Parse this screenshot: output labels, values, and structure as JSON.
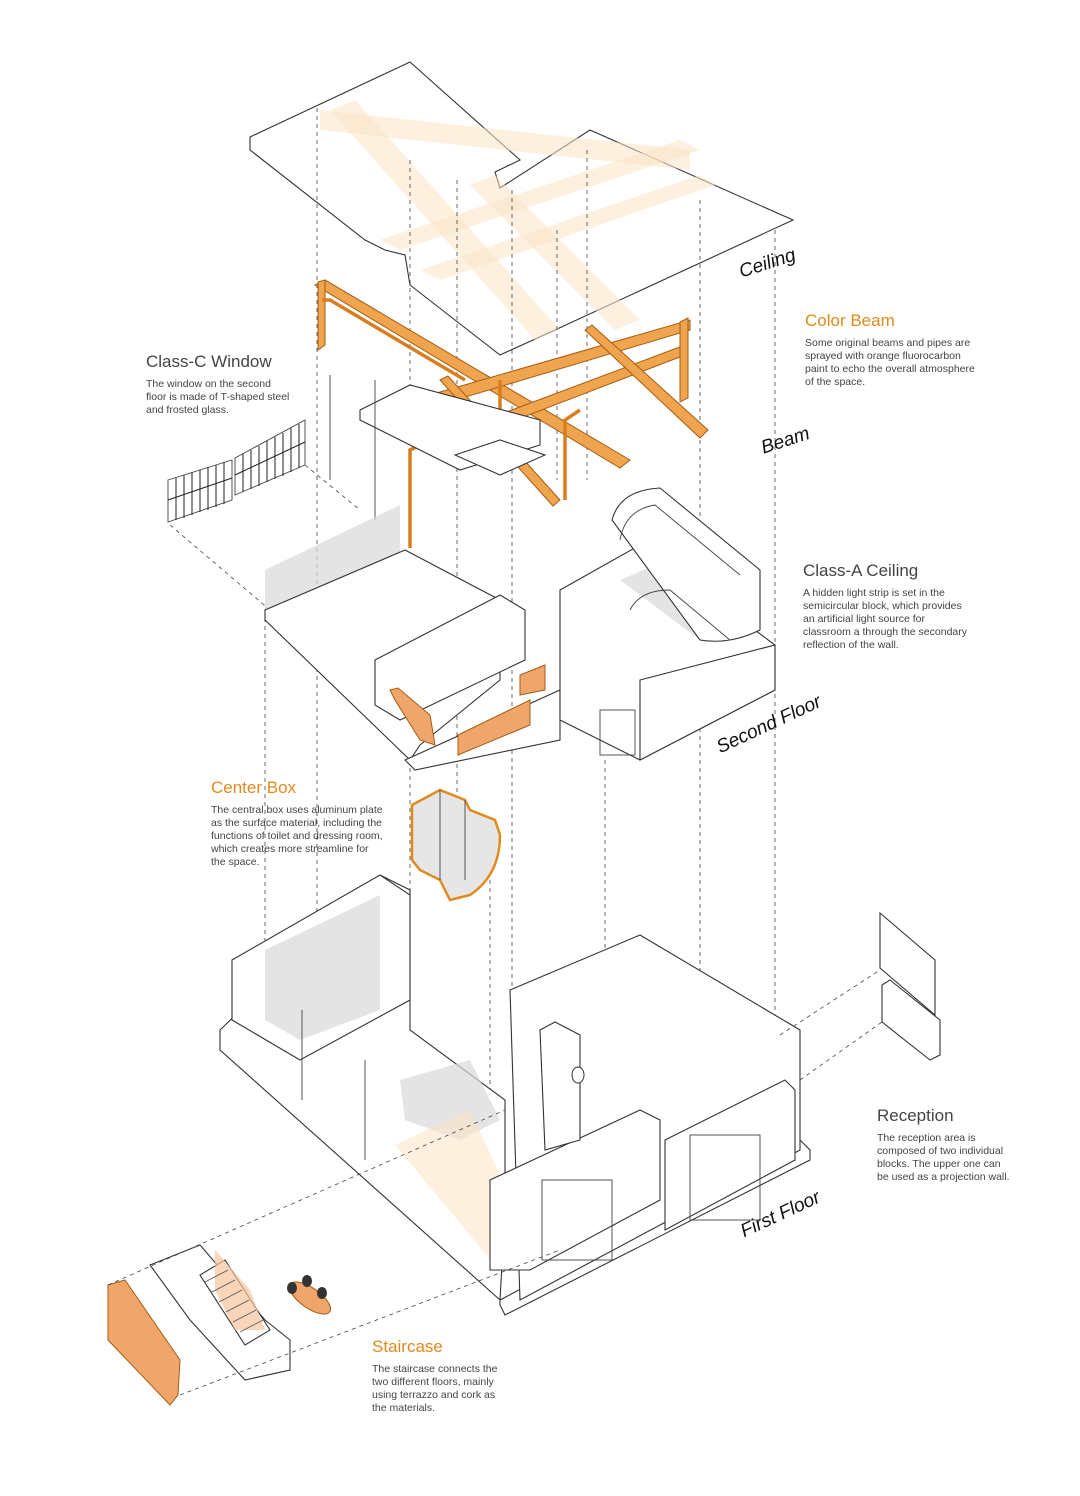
{
  "layers": {
    "ceiling": "Ceiling",
    "beam": "Beam",
    "second_floor": "Second Floor",
    "first_floor": "First Floor"
  },
  "annotations": {
    "color_beam": {
      "title": "Color Beam",
      "body": "Some original beams and pipes are sprayed with orange fluorocarbon paint to echo the overall atmosphere of the space."
    },
    "class_c_window": {
      "title": "Class-C Window",
      "body": "The window on the second floor is made of T-shaped steel and frosted glass."
    },
    "class_a_ceiling": {
      "title": "Class-A Ceiling",
      "body": "A hidden light strip is set in the semicircular block, which provides an artificial light source for classroom a through the secondary reflection of the wall."
    },
    "center_box": {
      "title": "Center Box",
      "body": "The central box uses aluminum plate as the surface material, including the functions of toilet and dressing room, which creates more streamline for the space."
    },
    "reception": {
      "title": "Reception",
      "body": "The reception area is composed of two individual blocks. The upper one can be used as a projection wall."
    },
    "staircase": {
      "title": "Staircase",
      "body": "The staircase connects the two different floors, mainly using terrazzo and cork as the materials."
    }
  },
  "colors": {
    "accent_orange": "#e08a1e",
    "beam_orange": "#f0a44e",
    "text_grey": "#444444"
  }
}
